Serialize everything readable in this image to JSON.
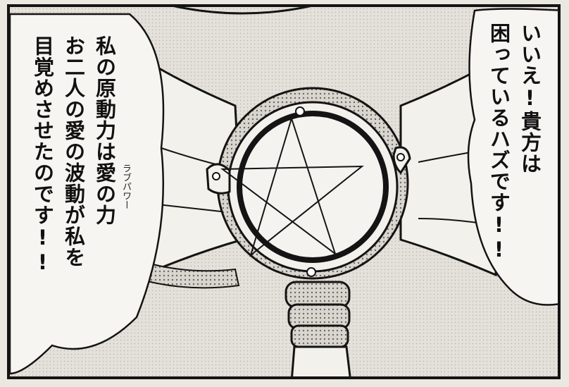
{
  "left_bubble": {
    "lines": [
      "私の原動力は愛の力",
      "お二人の愛の波動が私を",
      "目覚めさせたのです!!"
    ],
    "ruby": "ラブパワー"
  },
  "right_bubble": {
    "lines": [
      "いいえ!貴方は",
      "困っているハズです!!"
    ]
  }
}
